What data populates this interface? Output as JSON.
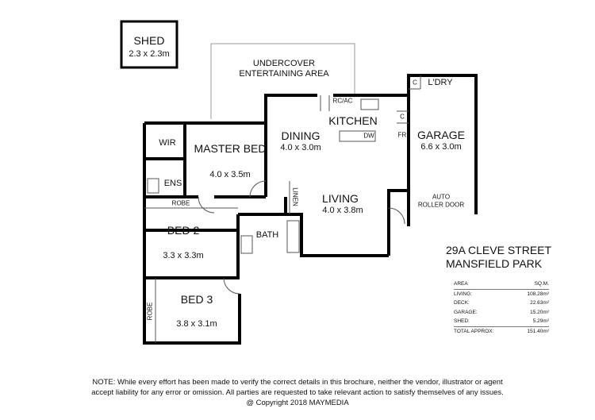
{
  "shed": {
    "label": "SHED",
    "dims": "2.3 x 2.3m"
  },
  "rooms": {
    "undercover": {
      "label_1": "UNDERCOVER",
      "label_2": "ENTERTAINING AREA"
    },
    "kitchen": {
      "label": "KITCHEN"
    },
    "dining": {
      "label": "DINING",
      "dims": "4.0 x 3.0m"
    },
    "garage": {
      "label": "GARAGE",
      "dims": "6.6 x 3.0m",
      "door": "AUTO",
      "door_2": "ROLLER DOOR"
    },
    "laundry": {
      "label": "L'DRY",
      "c": "C"
    },
    "master": {
      "label": "MASTER BED",
      "dims": "4.0 x 3.5m"
    },
    "wir": {
      "label": "WIR"
    },
    "ens": {
      "label": "ENS"
    },
    "living": {
      "label": "LIVING",
      "dims": "4.0 x 3.8m"
    },
    "bed2": {
      "label": "BED 2",
      "dims": "3.3 x 3.3m",
      "robe": "ROBE"
    },
    "bed3": {
      "label": "BED 3",
      "dims": "3.8 x 3.1m",
      "robe": "ROBE"
    },
    "bath": {
      "label": "BATH"
    },
    "linen": {
      "label": "LINEN"
    },
    "fixtures": {
      "rcac": "RC/AC",
      "dw": "DW",
      "fr": "FR",
      "c": "C"
    }
  },
  "address": {
    "line_1": "29A CLEVE STREET",
    "line_2": "MANSFIELD PARK"
  },
  "area_table": {
    "header": {
      "name": "AREA",
      "value": "SQ.M."
    },
    "rows": [
      {
        "name": "LIVING:",
        "value": "108.28m²"
      },
      {
        "name": "DECK:",
        "value": "22.63m²"
      },
      {
        "name": "GARAGE:",
        "value": "15.20m²"
      },
      {
        "name": "SHED:",
        "value": "5.29m²"
      }
    ],
    "total": {
      "name": "TOTAL APPROX:",
      "value": "151.40m²"
    }
  },
  "note": {
    "line_1": "NOTE: While every effort has been made to verify the correct details in this brochure, neither the vendor, illustrator or agent",
    "line_2": "accept liability for any error or omission. All parties are requested to take relevant action to satisfy themselves of any issues.",
    "line_3": "@ Copyright 2018 MAYMEDIA"
  }
}
